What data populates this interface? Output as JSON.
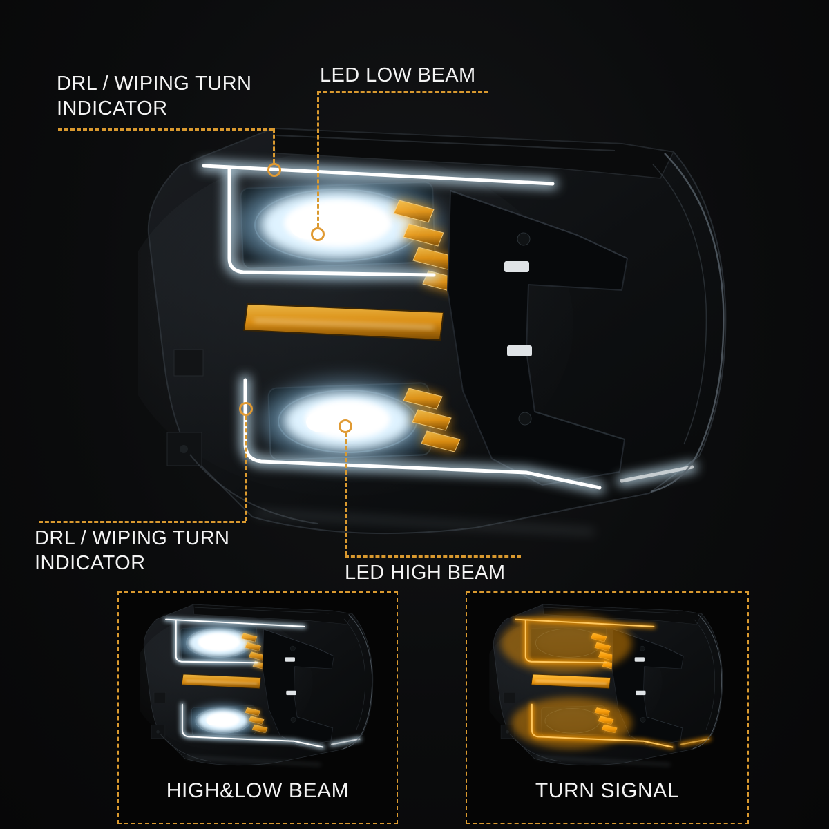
{
  "page": {
    "background": "#0B0C0D",
    "accent_color": "#D9992F",
    "text_color": "#F2F2F2"
  },
  "callouts": {
    "drl_top": "DRL / WIPING TURN INDICATOR",
    "led_low_beam": "LED LOW BEAM",
    "drl_bottom": "DRL / WIPING TURN INDICATOR",
    "led_high_beam": "LED HIGH BEAM"
  },
  "insets": {
    "high_low": "HIGH&LOW BEAM",
    "turn_signal": "TURN SIGNAL"
  },
  "illustration": {
    "subject": "LED headlight assembly",
    "drl_white_color": "#EAF6FF",
    "turn_amber_color": "#FF9D00"
  }
}
